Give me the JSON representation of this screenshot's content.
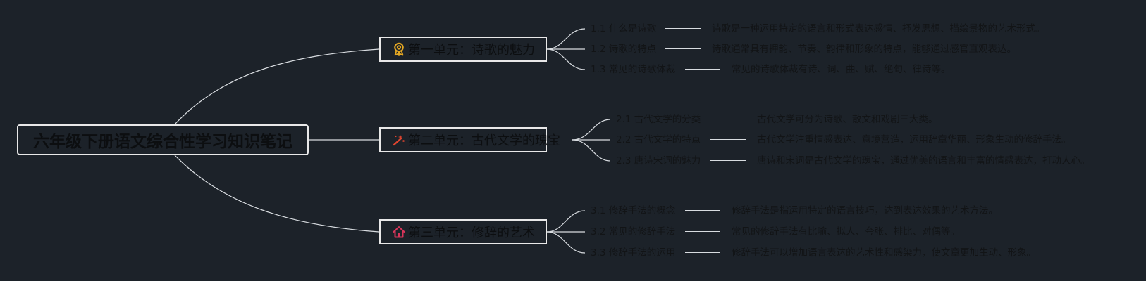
{
  "root": {
    "title": "六年级下册语文综合性学习知识笔记"
  },
  "units": [
    {
      "title": "第一单元：诗歌的魅力",
      "icon": "award-ribbon-icon",
      "icon_color": "#e5a823",
      "topics": [
        {
          "label": "1.1 什么是诗歌",
          "desc": "诗歌是一种运用特定的语言和形式表达感情、抒发思想、描绘景物的艺术形式。"
        },
        {
          "label": "1.2 诗歌的特点",
          "desc": "诗歌通常具有押韵、节奏、韵律和形象的特点，能够通过感官直观表达。"
        },
        {
          "label": "1.3 常见的诗歌体裁",
          "desc": "常见的诗歌体裁有诗、词、曲、赋、绝句、律诗等。"
        }
      ]
    },
    {
      "title": "第二单元：古代文学的瑰宝",
      "icon": "magic-wand-icon",
      "icon_color": "#e0452f",
      "topics": [
        {
          "label": "2.1 古代文学的分类",
          "desc": "古代文学可分为诗歌、散文和戏剧三大类。"
        },
        {
          "label": "2.2 古代文学的特点",
          "desc": "古代文学注重情感表达、意境营造，运用辞章华丽、形象生动的修辞手法。"
        },
        {
          "label": "2.3 唐诗宋词的魅力",
          "desc": "唐诗和宋词是古代文学的瑰宝，通过优美的语言和丰富的情感表达，打动人心。"
        }
      ]
    },
    {
      "title": "第三单元：修辞的艺术",
      "icon": "house-icon",
      "icon_color": "#d9355a",
      "topics": [
        {
          "label": "3.1 修辞手法的概念",
          "desc": "修辞手法是指运用特定的语言技巧，达到表达效果的艺术方法。"
        },
        {
          "label": "3.2 常见的修辞手法",
          "desc": "常见的修辞手法有比喻、拟人、夸张、排比、对偶等。"
        },
        {
          "label": "3.3 修辞手法的运用",
          "desc": "修辞手法可以增加语言表达的艺术性和感染力，使文章更加生动、形象。"
        }
      ]
    }
  ]
}
